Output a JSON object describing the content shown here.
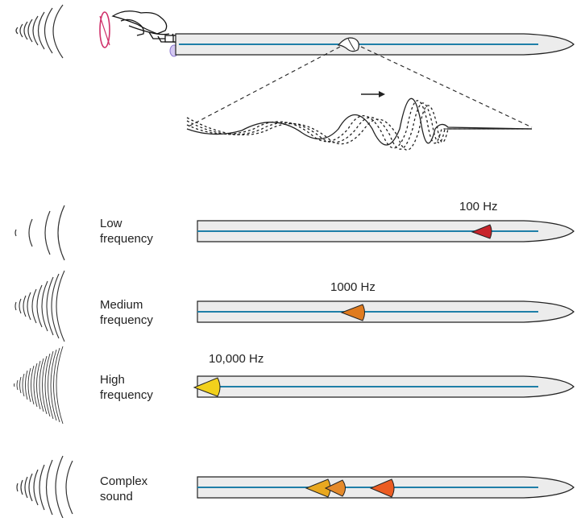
{
  "top": {
    "wave_arrow_icon": "right-arrow-icon"
  },
  "rows": [
    {
      "label": "Low\nfrequency",
      "freq": "100 Hz",
      "peak_color": "#c8242b"
    },
    {
      "label": "Medium\nfrequency",
      "freq": "1000 Hz",
      "peak_color": "#e07b1f"
    },
    {
      "label": "High\nfrequency",
      "freq": "10,000 Hz",
      "peak_color": "#f2d11c"
    },
    {
      "label": "Complex\nsound",
      "freq": "",
      "peak_colors": [
        "#e9a81f",
        "#e58a2a",
        "#ec5c22"
      ]
    }
  ],
  "colors": {
    "membrane_fill": "#ececec",
    "membrane_line": "#1f7fa8",
    "outline": "#222222",
    "tympanic": "#d0306a",
    "round_window": "#b7a6e0"
  }
}
